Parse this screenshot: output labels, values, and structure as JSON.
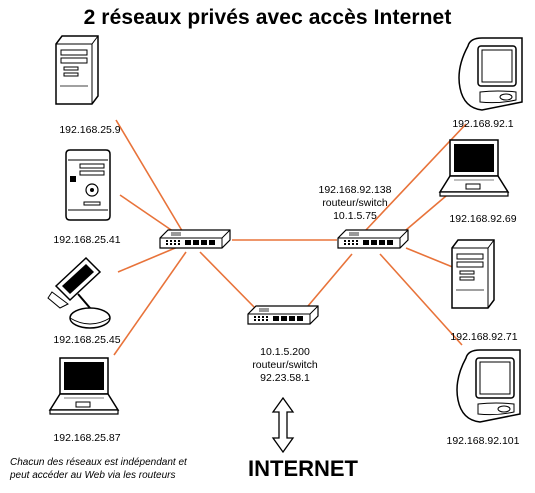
{
  "title": "2 réseaux privés avec accès Internet",
  "left_hosts": [
    {
      "ip": "192.168.25.9",
      "device": "tower-pc"
    },
    {
      "ip": "192.168.25.41",
      "device": "powermac-g4"
    },
    {
      "ip": "192.168.25.45",
      "device": "imac-flatpanel"
    },
    {
      "ip": "192.168.25.87",
      "device": "laptop"
    }
  ],
  "right_hosts": [
    {
      "ip": "192.168.92.1",
      "device": "imac-crt"
    },
    {
      "ip": "192.168.92.69",
      "device": "laptop"
    },
    {
      "ip": "192.168.92.71",
      "device": "tower-pc"
    },
    {
      "ip": "192.168.92.101",
      "device": "imac-crt"
    }
  ],
  "right_router": {
    "lines": [
      "192.168.92.138",
      "routeur/switch",
      "10.1.5.75"
    ]
  },
  "center_router": {
    "lines": [
      "10.1.5.200",
      "routeur/switch",
      "92.23.58.1"
    ]
  },
  "note": [
    "Chacun des réseaux est indépendant et",
    "peut accéder au Web via les routeurs"
  ],
  "internet_label": "INTERNET",
  "colors": {
    "link": "#e8733a",
    "device_fill": "#ffffff",
    "stroke": "#000000"
  }
}
